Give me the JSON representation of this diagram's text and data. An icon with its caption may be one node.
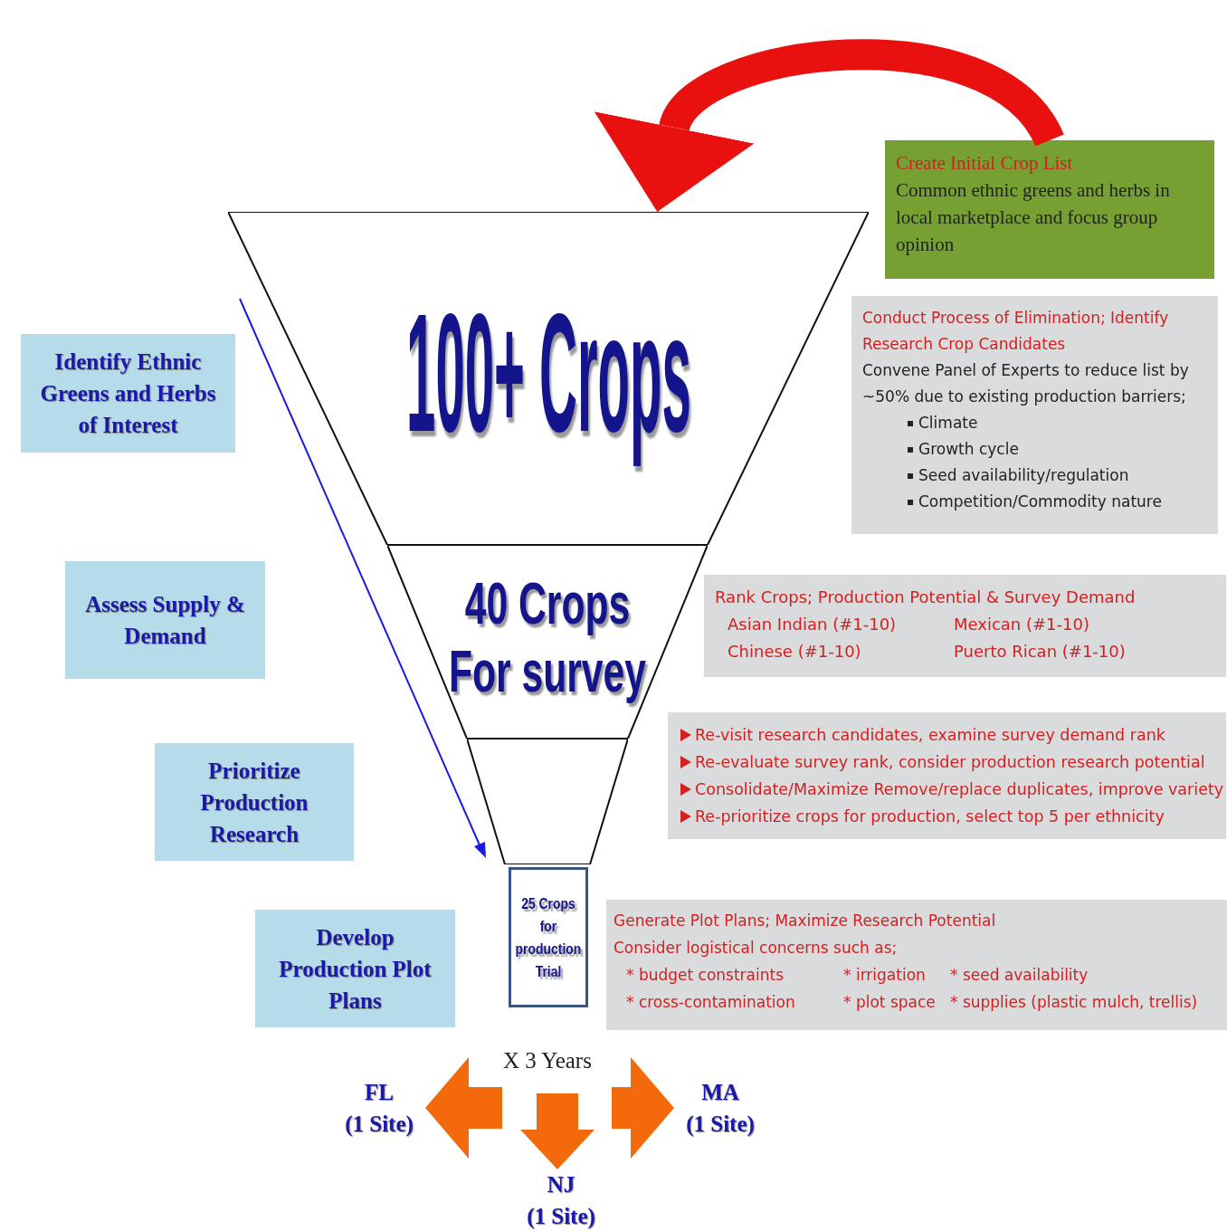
{
  "diagram": {
    "nodes": [
      {
        "text": [
          "100+ Crops"
        ]
      },
      {
        "text": [
          "40 Crops For survey"
        ]
      },
      {
        "text": [],
        "shape": "trapezoid"
      },
      {
        "text": [
          "25 Crops for production Trial"
        ]
      },
      {
        "text": [
          "Create Initial Crop List",
          "Common ethnic greens and herbs in local marketplace and focus group opinion"
        ]
      },
      {
        "text": [
          "Conduct Process of Elimination; Identify Research Crop Candidates",
          "Convene Panel of Experts to reduce list by ~50% due to existing production barriers;",
          "Climate",
          "Growth cycle",
          "Seed availability/regulation",
          "Competition/Commodity nature"
        ]
      },
      {
        "text": [
          "Rank Crops; Production Potential & Survey Demand",
          "Asian Indian (#1-10)",
          "Mexican (#1-10)",
          "Chinese (#1-10)",
          "Puerto Rican (#1-10)"
        ]
      },
      {
        "text": [
          "Re-visit  research candidates, examine survey demand rank",
          "Re-evaluate survey rank, consider production research potential",
          "Consolidate/Maximize Remove/replace duplicates, improve variety",
          "Re-prioritize crops for production, select top 5 per ethnicity"
        ]
      },
      {
        "text": [
          "Generate Plot Plans; Maximize Research Potential",
          "Consider logistical concerns such as;",
          "* budget constraints",
          "* irrigation",
          "* seed availability",
          "* cross-contamination",
          "* plot space",
          "* supplies (plastic mulch, trellis)"
        ]
      },
      {
        "text": [
          "Identify Ethnic Greens and Herbs of Interest"
        ]
      },
      {
        "text": [
          "Assess Supply & Demand"
        ]
      },
      {
        "text": [
          "Prioritize Production Research"
        ]
      },
      {
        "text": [
          "Develop Production Plot Plans"
        ]
      },
      {
        "text": [
          "FL (1 Site)"
        ]
      },
      {
        "text": [
          "NJ (1 Site)"
        ]
      },
      {
        "text": [
          "MA (1 Site)"
        ]
      }
    ],
    "edges": [
      {
        "from": 4,
        "to": 0,
        "arrow": "to",
        "color": "#e8110f"
      },
      {
        "from": null,
        "to": 13,
        "arrow": "to",
        "color": "#f26a0b"
      },
      {
        "from": null,
        "to": 14,
        "arrow": "to",
        "color": "#f26a0b"
      },
      {
        "from": null,
        "to": 15,
        "arrow": "to",
        "color": "#f26a0b"
      }
    ],
    "labels": [
      "X 3 Years"
    ]
  }
}
